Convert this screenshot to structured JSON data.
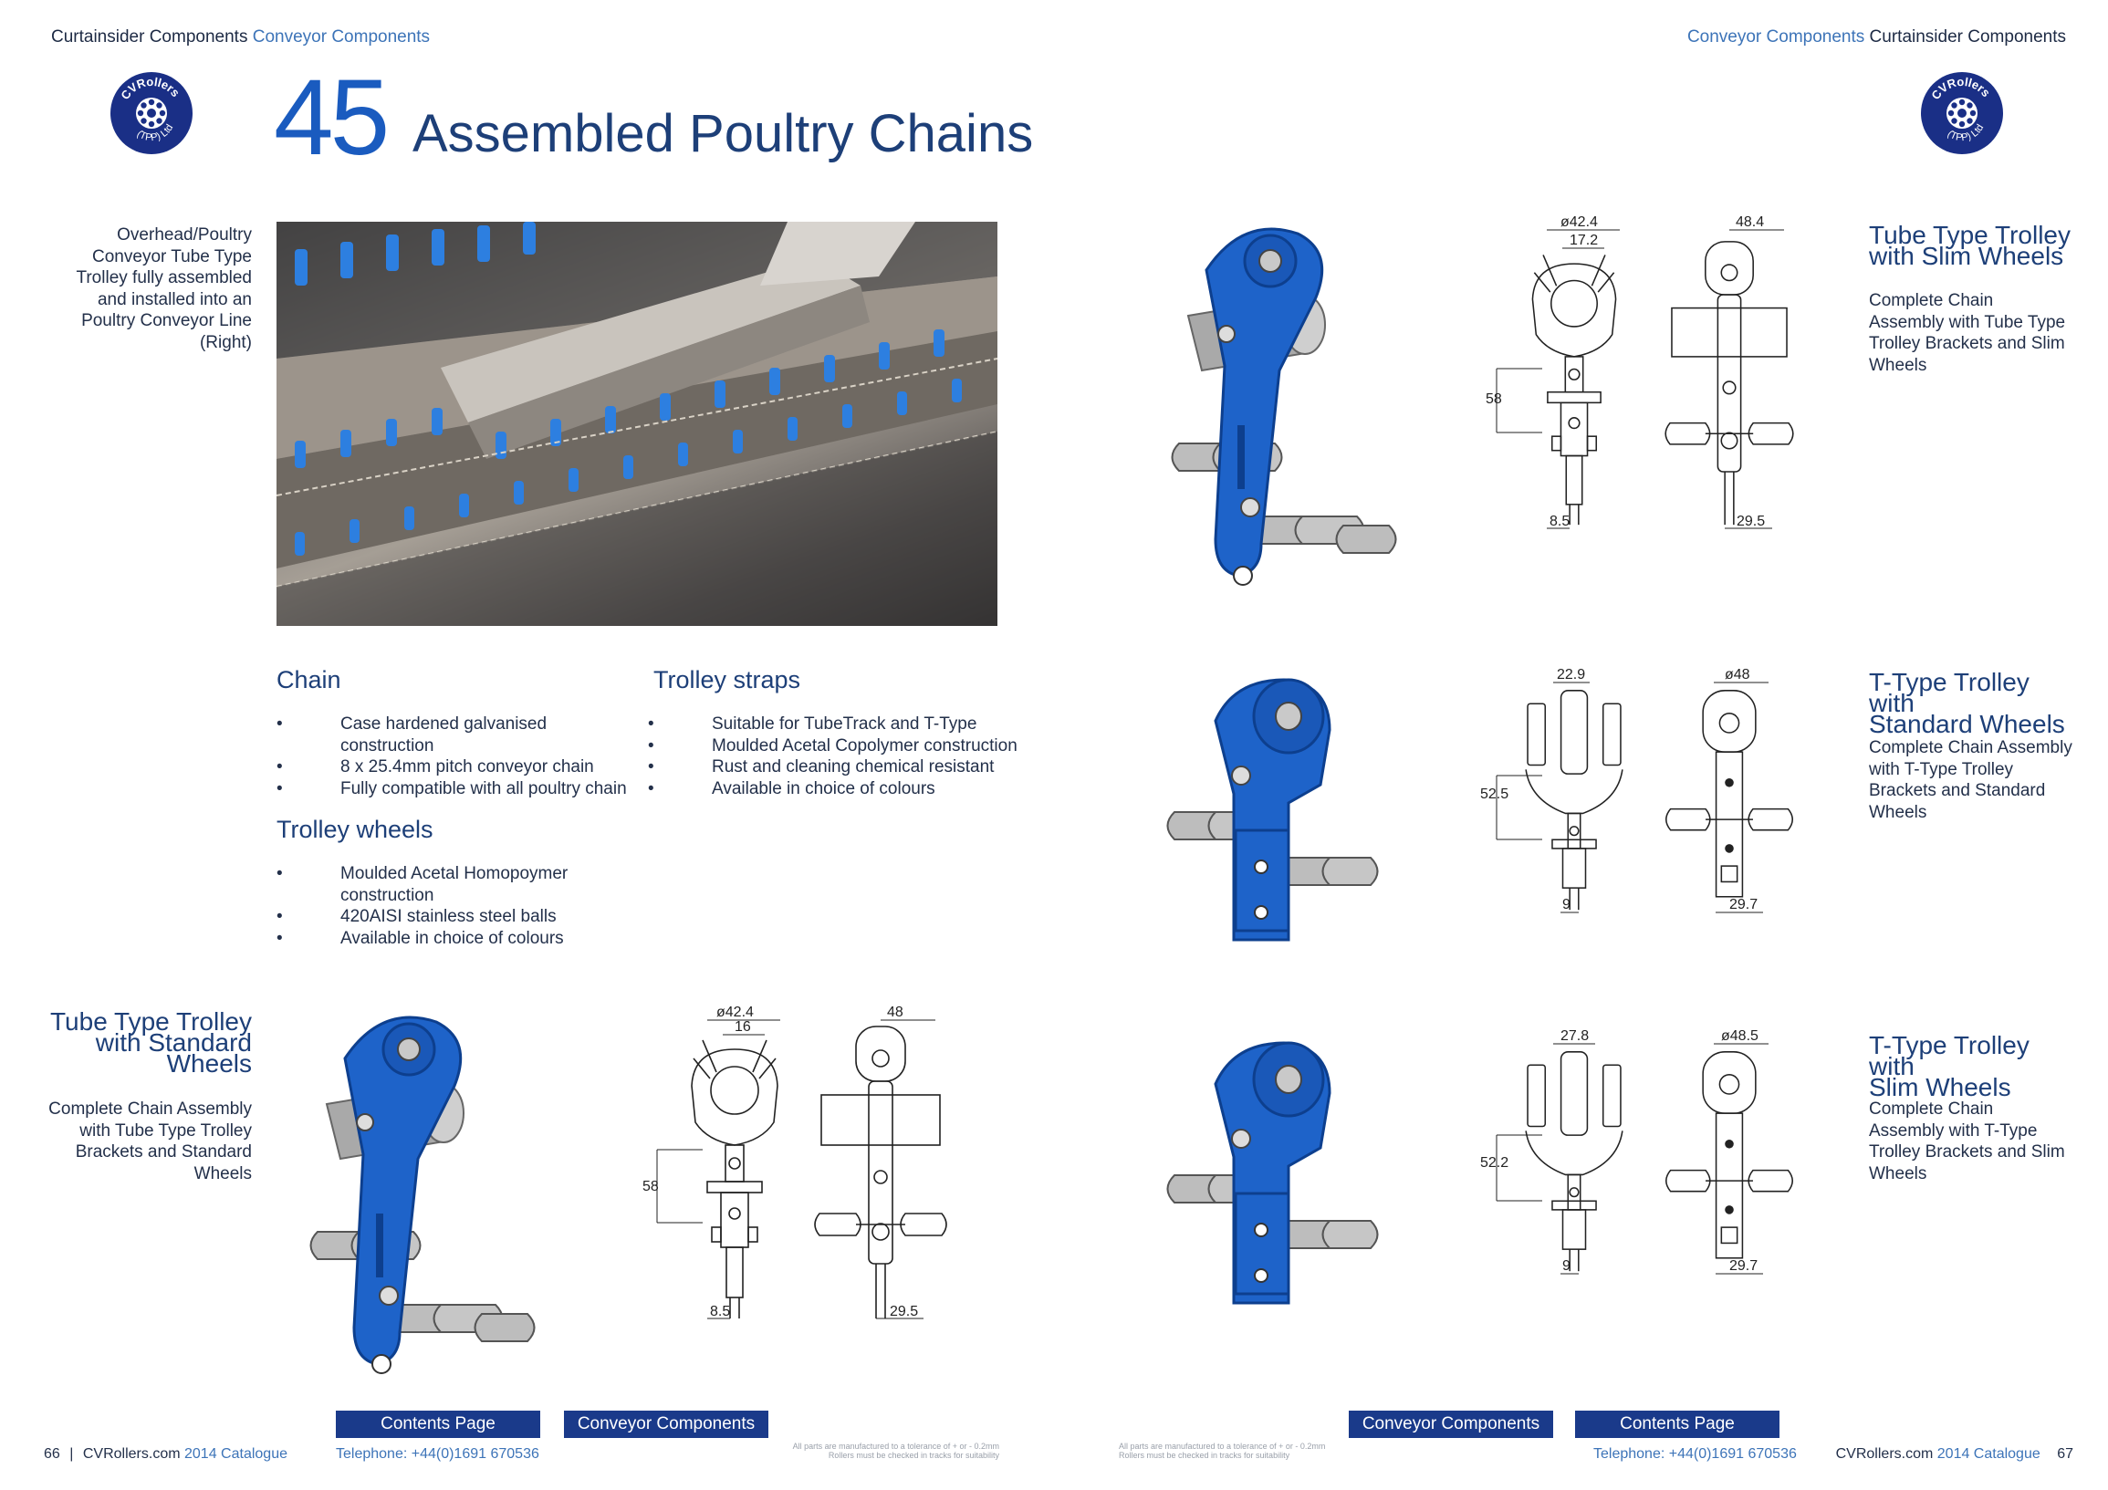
{
  "header": {
    "left_main": "Curtainsider Components",
    "left_accent": "Conveyor Components",
    "right_accent": "Conveyor Components",
    "right_main": "Curtainsider Components"
  },
  "logo": {
    "text": "CVRollers (TPP) Ltd"
  },
  "page_title": {
    "number": "45",
    "text": "Assembled Poultry Chains"
  },
  "photo_caption": "Overhead/Poultry Conveyor Tube Type Trolley fully assembled and installed into an Poultry Conveyor Line (Right)",
  "sections": {
    "chain": {
      "heading": "Chain",
      "items": [
        "Case hardened galvanised construction",
        "8 x 25.4mm pitch conveyor chain",
        "Fully compatible with all poultry chain"
      ]
    },
    "trolley_wheels": {
      "heading": "Trolley wheels",
      "items": [
        "Moulded Acetal Homopoymer construction",
        "420AISI stainless steel balls",
        "Available in choice of colours"
      ]
    },
    "trolley_straps": {
      "heading": "Trolley straps",
      "items": [
        "Suitable for TubeTrack and T-Type",
        "Moulded Acetal Copolymer construction",
        "Rust and cleaning chemical resistant",
        "Available in choice of colours"
      ]
    }
  },
  "products": [
    {
      "title_l1": "Tube Type Trolley",
      "title_l2": "with Standard",
      "title_l3": "Wheels",
      "desc": "Complete Chain Assembly with Tube Type Trolley Brackets and Standard Wheels",
      "dims": {
        "d1": "ø42.4",
        "d2": "16",
        "d3": "48",
        "d4": "58",
        "d5": "8.5",
        "d6": "29.5"
      }
    },
    {
      "title_l1": "Tube Type Trolley",
      "title_l2": "with Slim Wheels",
      "desc": "Complete Chain Assembly with Tube Type Trolley Brackets and Slim Wheels",
      "dims": {
        "d1": "ø42.4",
        "d2": "17.2",
        "d3": "48.4",
        "d4": "58",
        "d5": "8.5",
        "d6": "29.5"
      }
    },
    {
      "title_l1": "T-Type Trolley with",
      "title_l2": "Standard Wheels",
      "desc": "Complete Chain Assembly with T-Type Trolley Brackets and Standard Wheels",
      "dims": {
        "d1": "22.9",
        "d3": "ø48",
        "d4": "52.5",
        "d5": "9",
        "d6": "29.7"
      }
    },
    {
      "title_l1": "T-Type Trolley with",
      "title_l2": "Slim Wheels",
      "desc": "Complete Chain Assembly with T-Type Trolley Brackets and Slim Wheels",
      "dims": {
        "d1": "27.8",
        "d3": "ø48.5",
        "d4": "52.2",
        "d5": "9",
        "d6": "29.7"
      }
    }
  ],
  "nav_buttons": {
    "contents_left": "Contents Page",
    "conveyor_left": "Conveyor Components",
    "conveyor_right": "Conveyor Components",
    "contents_right": "Contents Page"
  },
  "footer": {
    "left_page": "66",
    "left_sep": "|",
    "site": "CVRollers.com",
    "catalogue": "2014 Catalogue",
    "telephone": "Telephone: +44(0)1691 670536",
    "tolerance_l1": "All parts are manufactured to a tolerance of + or - 0.2mm",
    "tolerance_l2": "Rollers must be checked in tracks for suitability",
    "right_page": "67"
  },
  "colors": {
    "brand_blue": "#1a5bbf",
    "navy": "#1a3a8a",
    "part_blue": "#1e63c9",
    "chain_grey": "#b9b9b9"
  }
}
